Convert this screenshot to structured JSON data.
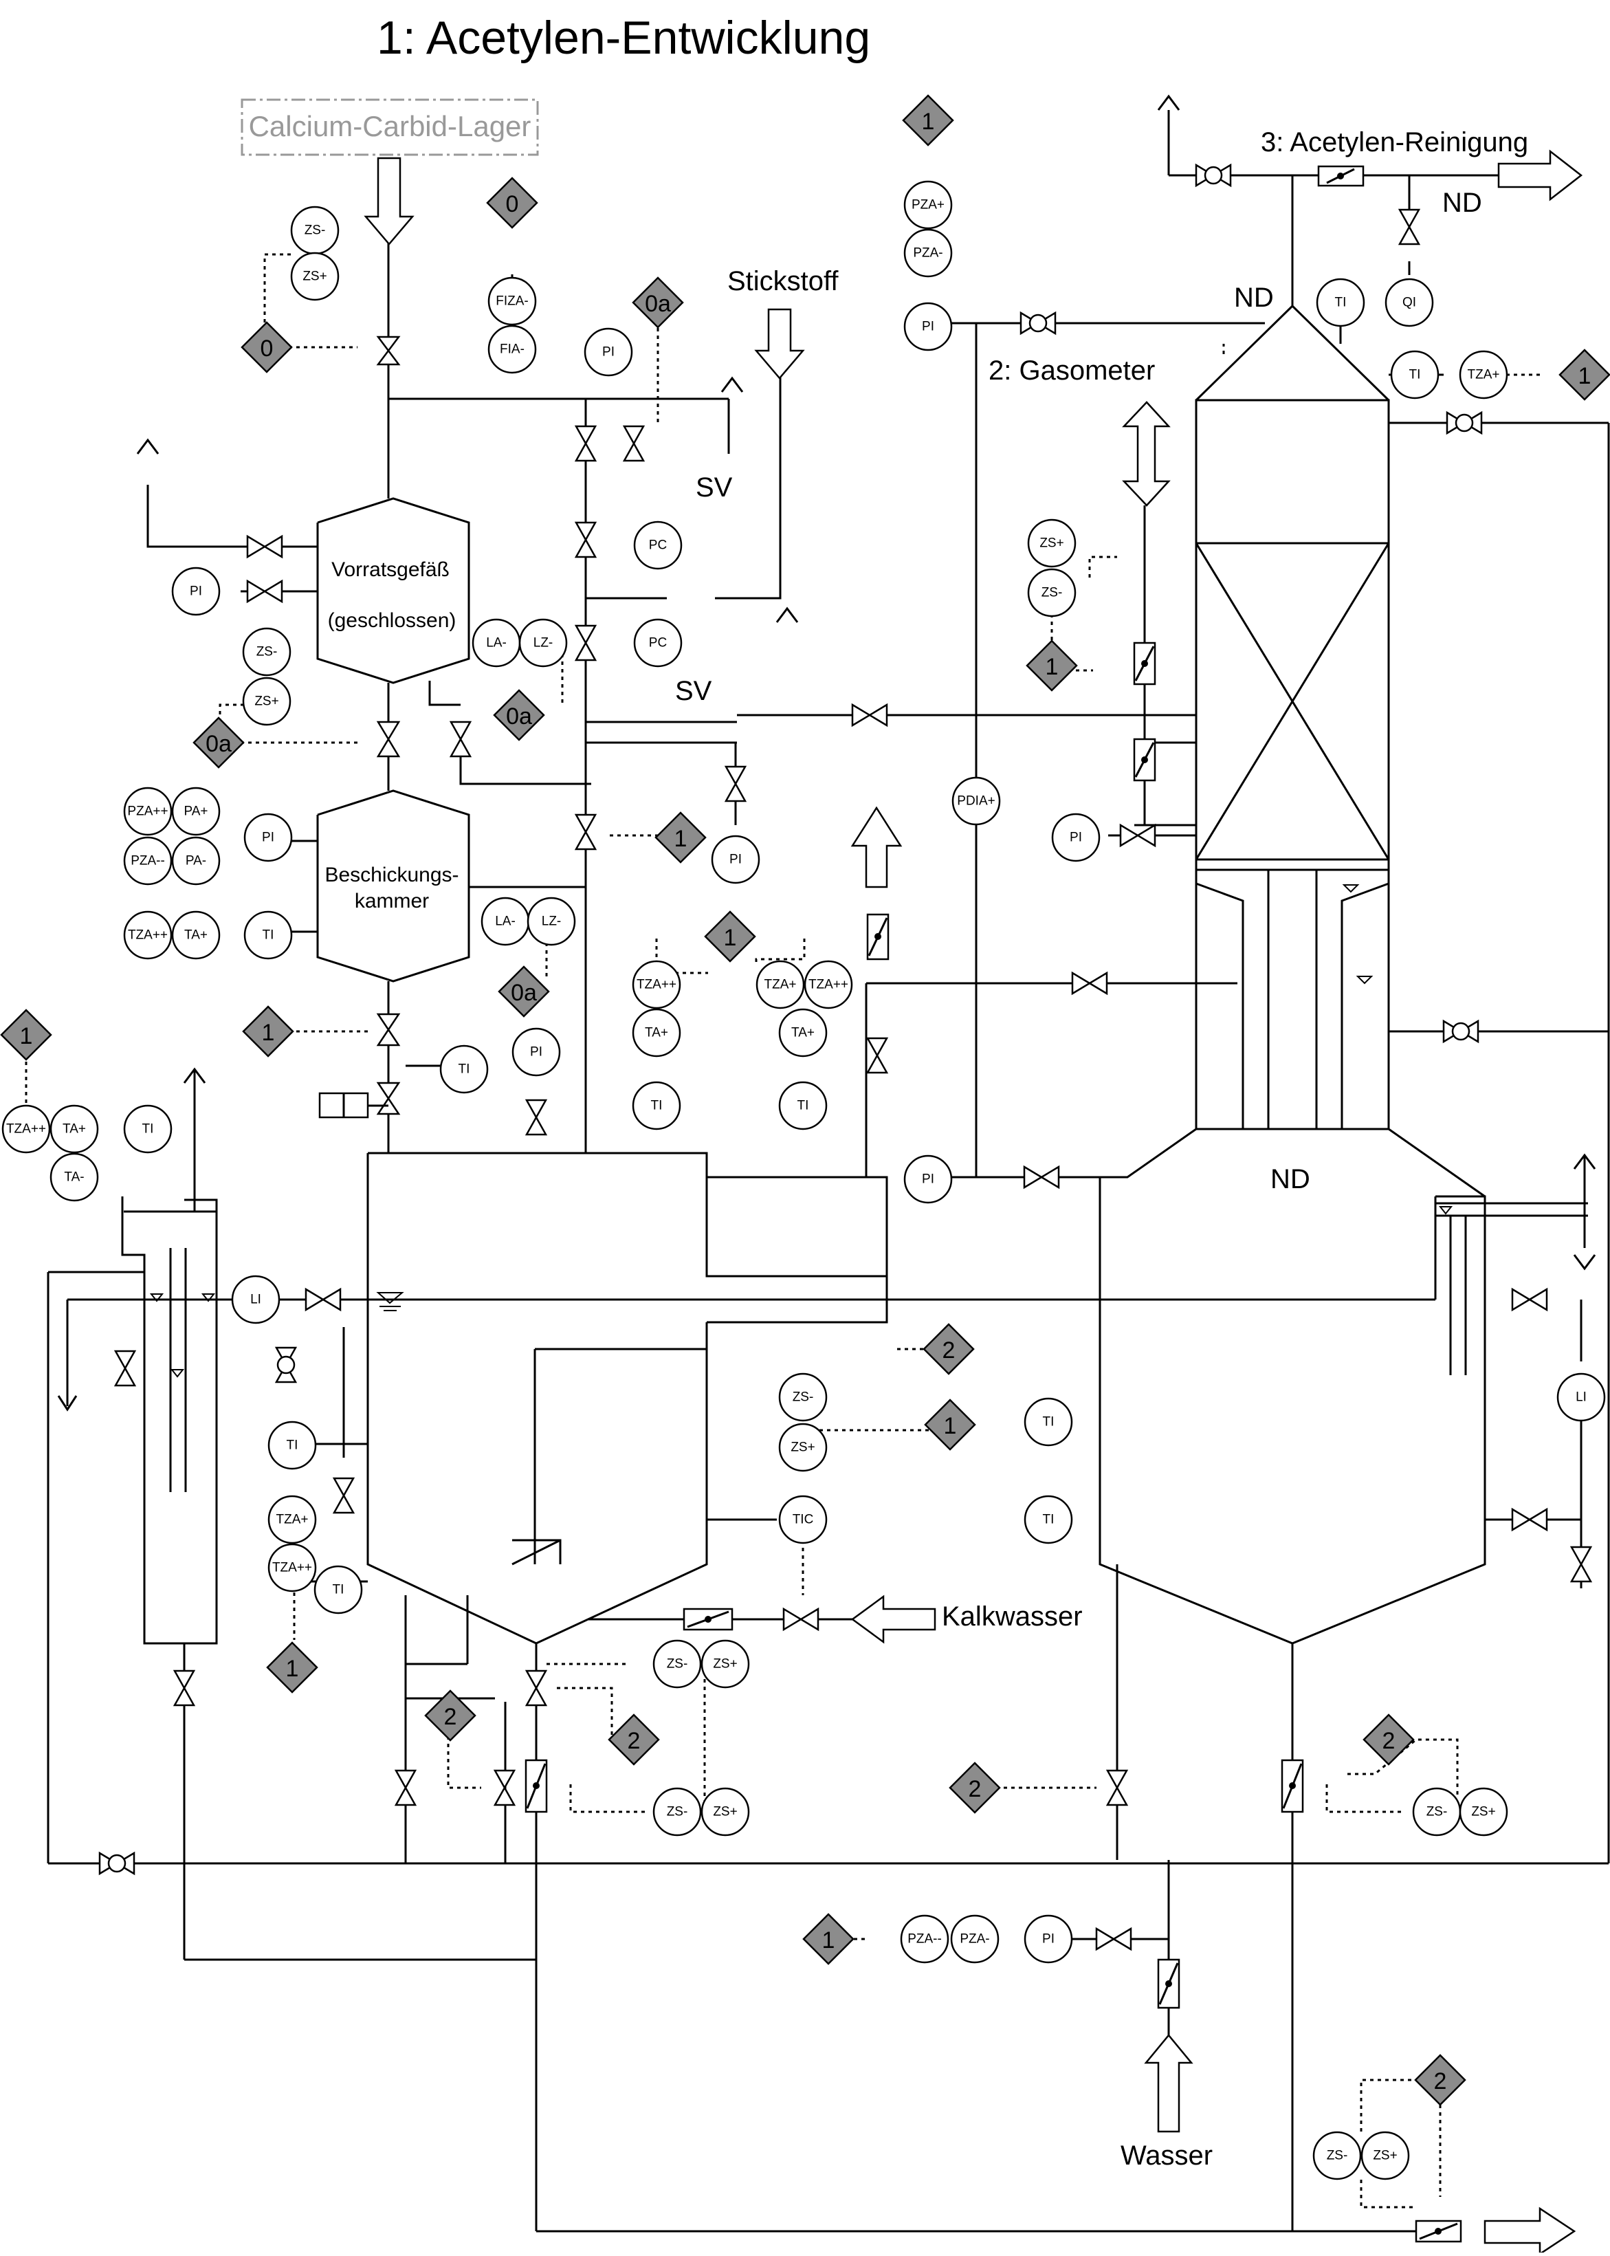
{
  "title": "1: Acetylen-Entwicklung",
  "labels": {
    "carbide_store": "Calcium-Carbid-Lager",
    "stickstoff": "Stickstoff",
    "gasometer": "2: Gasometer",
    "reinigung": "3: Acetylen-Reinigung",
    "nd_top": "ND",
    "nd_gasometer_top": "ND",
    "nd_gasometer_bottom": "ND",
    "sv_1": "SV",
    "sv_2": "SV",
    "vorrat_1": "Vorratsgefäß",
    "vorrat_2": "(geschlossen)",
    "besch_1": "Beschickungs-",
    "besch_2": "kammer",
    "kalkwasser": "Kalkwasser",
    "wasser": "Wasser"
  },
  "instruments": [
    {
      "id": "zs-minus-feed",
      "text": "ZS-"
    },
    {
      "id": "zs-plus-feed",
      "text": "ZS+"
    },
    {
      "id": "fiza",
      "text": "FIZA-"
    },
    {
      "id": "fia",
      "text": "FIA-"
    },
    {
      "id": "pi-top",
      "text": "PI"
    },
    {
      "id": "pc-1",
      "text": "PC"
    },
    {
      "id": "pc-2",
      "text": "PC"
    },
    {
      "id": "la-1",
      "text": "LA-"
    },
    {
      "id": "lz-1",
      "text": "LZ-"
    },
    {
      "id": "pi-vorrat",
      "text": "PI"
    },
    {
      "id": "zs-minus-vorrat",
      "text": "ZS-"
    },
    {
      "id": "zs-plus-vorrat",
      "text": "ZS+"
    },
    {
      "id": "pza-plus-plus",
      "text": "PZA++"
    },
    {
      "id": "pa-plus",
      "text": "PA+"
    },
    {
      "id": "pza-minus-minus",
      "text": "PZA--"
    },
    {
      "id": "pa-minus",
      "text": "PA-"
    },
    {
      "id": "pi-besch",
      "text": "PI"
    },
    {
      "id": "tza-besch",
      "text": "TZA++"
    },
    {
      "id": "ta-besch",
      "text": "TA+"
    },
    {
      "id": "ti-besch",
      "text": "TI"
    },
    {
      "id": "la-2",
      "text": "LA-"
    },
    {
      "id": "lz-2",
      "text": "LZ-"
    },
    {
      "id": "pi-sv",
      "text": "PI"
    },
    {
      "id": "tza-a",
      "text": "TZA++"
    },
    {
      "id": "ta-a",
      "text": "TA+"
    },
    {
      "id": "ti-a",
      "text": "TI"
    },
    {
      "id": "tza-b1",
      "text": "TZA+"
    },
    {
      "id": "tza-b2",
      "text": "TZA++"
    },
    {
      "id": "ta-b",
      "text": "TA+"
    },
    {
      "id": "ti-b",
      "text": "TI"
    },
    {
      "id": "ti-valve",
      "text": "TI"
    },
    {
      "id": "pi-mid",
      "text": "PI"
    },
    {
      "id": "tza-left",
      "text": "TZA++"
    },
    {
      "id": "ta-left",
      "text": "TA+"
    },
    {
      "id": "ta-minus-left",
      "text": "TA-"
    },
    {
      "id": "ti-left",
      "text": "TI"
    },
    {
      "id": "li-left",
      "text": "LI"
    },
    {
      "id": "ti-gen",
      "text": "TI"
    },
    {
      "id": "tza-gen-1",
      "text": "TZA+"
    },
    {
      "id": "tza-gen-2",
      "text": "TZA++"
    },
    {
      "id": "ti-gen-2",
      "text": "TI"
    },
    {
      "id": "zs-minus-gen",
      "text": "ZS-"
    },
    {
      "id": "zs-plus-gen",
      "text": "ZS+"
    },
    {
      "id": "tic",
      "text": "TIC"
    },
    {
      "id": "ti-r1",
      "text": "TI"
    },
    {
      "id": "ti-r2",
      "text": "TI"
    },
    {
      "id": "li-right",
      "text": "LI"
    },
    {
      "id": "zs-minus-out1",
      "text": "ZS-"
    },
    {
      "id": "zs-plus-out1",
      "text": "ZS+"
    },
    {
      "id": "zs-minus-out2",
      "text": "ZS-"
    },
    {
      "id": "zs-plus-out2",
      "text": "ZS+"
    },
    {
      "id": "zs-minus-out3",
      "text": "ZS-"
    },
    {
      "id": "zs-plus-out3",
      "text": "ZS+"
    },
    {
      "id": "pza-minus-minus-w",
      "text": "PZA--"
    },
    {
      "id": "pza-minus-w",
      "text": "PZA-"
    },
    {
      "id": "pi-w",
      "text": "PI"
    },
    {
      "id": "zs-minus-br",
      "text": "ZS-"
    },
    {
      "id": "zs-plus-br",
      "text": "ZS+"
    },
    {
      "id": "pza-plus-g",
      "text": "PZA+"
    },
    {
      "id": "pza-minus-g",
      "text": "PZA-"
    },
    {
      "id": "pi-g",
      "text": "PI"
    },
    {
      "id": "ti-g",
      "text": "TI"
    },
    {
      "id": "qi-g",
      "text": "QI"
    },
    {
      "id": "ti-g2",
      "text": "TI"
    },
    {
      "id": "tza-g",
      "text": "TZA+"
    },
    {
      "id": "zs-plus-g",
      "text": "ZS+"
    },
    {
      "id": "zs-minus-g",
      "text": "ZS-"
    },
    {
      "id": "pdia",
      "text": "PDIA+"
    },
    {
      "id": "pi-g2",
      "text": "PI"
    },
    {
      "id": "pi-g3",
      "text": "PI"
    }
  ],
  "interlocks": [
    {
      "id": "d-0-top",
      "text": "0"
    },
    {
      "id": "d-0-left",
      "text": "0"
    },
    {
      "id": "d-0a-top",
      "text": "0a"
    },
    {
      "id": "d-0a-lz1",
      "text": "0a"
    },
    {
      "id": "d-0a-vorrat",
      "text": "0a"
    },
    {
      "id": "d-0a-lz2",
      "text": "0a"
    },
    {
      "id": "d-1-feed",
      "text": "1"
    },
    {
      "id": "d-1-temp",
      "text": "1"
    },
    {
      "id": "d-1-besch",
      "text": "1"
    },
    {
      "id": "d-1-left",
      "text": "1"
    },
    {
      "id": "d-1-gen",
      "text": "1"
    },
    {
      "id": "d-2-gen",
      "text": "2"
    },
    {
      "id": "d-1-zs",
      "text": "1"
    },
    {
      "id": "d-2-out",
      "text": "2"
    },
    {
      "id": "d-2-left",
      "text": "2"
    },
    {
      "id": "d-2-right",
      "text": "2"
    },
    {
      "id": "d-2-far",
      "text": "2"
    },
    {
      "id": "d-1-w",
      "text": "1"
    },
    {
      "id": "d-2-br",
      "text": "2"
    },
    {
      "id": "d-1-g",
      "text": "1"
    },
    {
      "id": "d-1-g2",
      "text": "1"
    },
    {
      "id": "d-1-g3",
      "text": "1"
    }
  ]
}
